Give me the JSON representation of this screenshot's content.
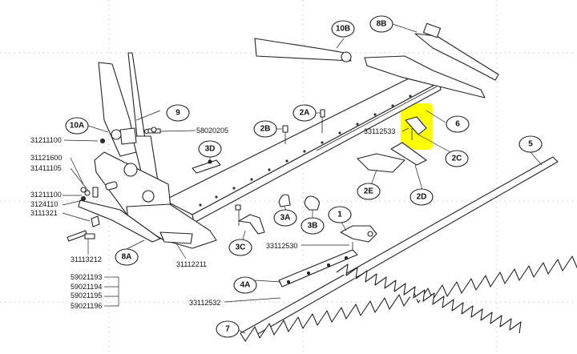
{
  "diagram": {
    "callouts": {
      "c_10B": "10B",
      "c_8B": "8B",
      "c_9": "9",
      "c_10A": "10A",
      "c_2A": "2A",
      "c_2B": "2B",
      "c_3D": "3D",
      "c_6": "6",
      "c_2C": "2C",
      "c_5": "5",
      "c_2E": "2E",
      "c_2D": "2D",
      "c_1": "1",
      "c_3A": "3A",
      "c_3B": "3B",
      "c_3C": "3C",
      "c_8A": "8A",
      "c_4A": "4A",
      "c_7": "7"
    },
    "parts": {
      "p_58020205": "58020205",
      "p_31211100a": "31211100",
      "p_31121600": "31121600",
      "p_31411105": "31411105",
      "p_31211100b": "31211100",
      "p_31241101": "3124110",
      "p_31113211": "3111321",
      "p_31113212": "31113212",
      "p_31112211": "31112211",
      "p_33112533": "33112533",
      "p_33112530": "33112530",
      "p_33112532": "33112532",
      "p_59021193": "59021193",
      "p_59021194": "59021194",
      "p_59021195": "59021195",
      "p_59021196": "59021196"
    },
    "highlight_color": "#ffff00"
  }
}
